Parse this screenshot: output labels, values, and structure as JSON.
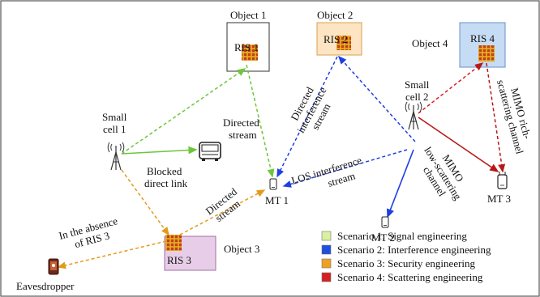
{
  "nodes": {
    "small_cell_1": "Small\ncell 1",
    "small_cell_2": "Small\ncell 2",
    "mt1": "MT 1",
    "mt2": "MT 2",
    "mt3": "MT 3",
    "eavesdropper": "Eavesdropper"
  },
  "objects": {
    "object1": "Object 1",
    "object2": "Object 2",
    "object3": "Object 3",
    "object4": "Object 4"
  },
  "ris": {
    "ris1": "RIS 1",
    "ris2": "RIS 2",
    "ris3": "RIS 3",
    "ris4": "RIS 4"
  },
  "labels": {
    "blocked_direct_link": "Blocked\ndirect link",
    "directed_stream_1": "Directed\nstream",
    "directed_interference": "Directed\ninterference\nstream",
    "los_interference": "LOS interference\nstream",
    "mimo_low": "MIMO\nlow-scattering\nchannel",
    "mimo_rich": "MIMO rich-\nscattering channel",
    "directed_stream_3": "Directed\nstream",
    "absence_ris3": "In the absence\nof RIS 3"
  },
  "legend": [
    {
      "label": "Scenario 1: Signal engineering",
      "color": "#d9f0a0"
    },
    {
      "label": "Scenario 2: Interference engineering",
      "color": "#1f4fe0"
    },
    {
      "label": "Scenario 3: Security engineering",
      "color": "#f0a020"
    },
    {
      "label": "Scenario 4: Scattering engineering",
      "color": "#d42020"
    }
  ],
  "colors": {
    "green": "#6cc63a",
    "blue": "#1f3fe0",
    "orange": "#e39a1c",
    "red": "#b81818",
    "object1_fill": "#ffffff",
    "object2_fill": "#fde4c2",
    "object3_fill": "#e8cde8",
    "object4_fill": "#c6dcf5"
  }
}
